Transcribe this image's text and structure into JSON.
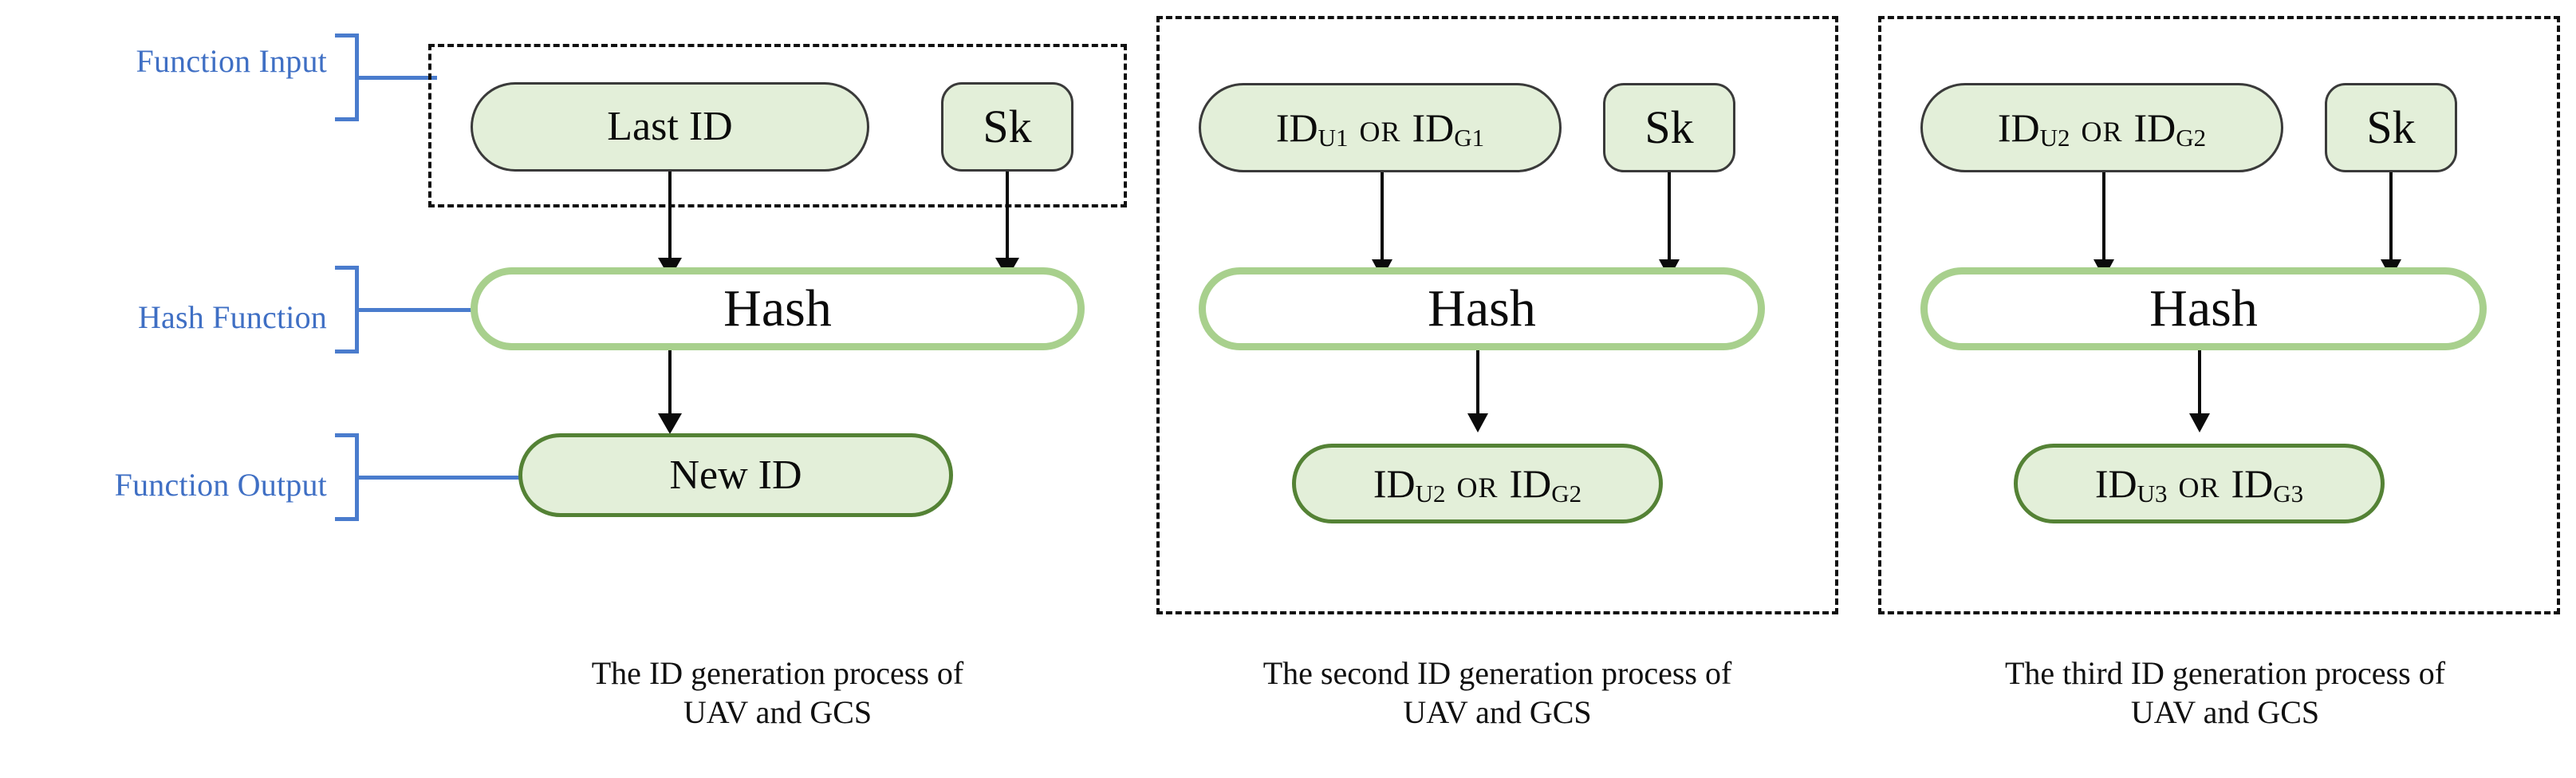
{
  "figure": {
    "background": "#ffffff",
    "accent_blue": "#4472C4",
    "node_fill_green": "#E2EFDA",
    "hash_border_green": "#A9D18E",
    "output_border_green": "#548235"
  },
  "row_labels": [
    {
      "id": "function-input",
      "text": "Function Input"
    },
    {
      "id": "hash-function",
      "text": "Hash Function"
    },
    {
      "id": "function-output",
      "text": "Function Output"
    }
  ],
  "panels": [
    {
      "id": "panel-1",
      "caption_line1": "The  ID generation process of",
      "caption_line2": "UAV and GCS",
      "input_main": {
        "base1": "Last ID",
        "sub1": "",
        "or": "",
        "base2": "",
        "sub2": ""
      },
      "input_key": "Sk",
      "hash": "Hash",
      "output": {
        "base1": "New ID",
        "sub1": "",
        "or": "",
        "base2": "",
        "sub2": ""
      }
    },
    {
      "id": "panel-2",
      "caption_line1": "The second ID generation process of",
      "caption_line2": "UAV and GCS",
      "input_main": {
        "base1": "ID",
        "sub1": "U1",
        "or": "OR",
        "base2": "ID",
        "sub2": "G1"
      },
      "input_key": "Sk",
      "hash": "Hash",
      "output": {
        "base1": "ID",
        "sub1": "U2",
        "or": "OR",
        "base2": "ID",
        "sub2": "G2"
      }
    },
    {
      "id": "panel-3",
      "caption_line1": "The third ID generation process of",
      "caption_line2": "UAV and GCS",
      "input_main": {
        "base1": "ID",
        "sub1": "U2",
        "or": "OR",
        "base2": "ID",
        "sub2": "G2"
      },
      "input_key": "Sk",
      "hash": "Hash",
      "output": {
        "base1": "ID",
        "sub1": "U3",
        "or": "OR",
        "base2": "ID",
        "sub2": "G3"
      }
    }
  ]
}
